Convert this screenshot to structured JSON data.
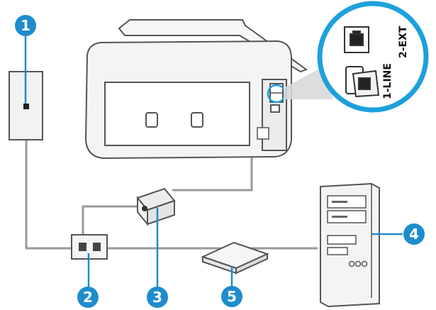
{
  "callouts": {
    "c1": "1",
    "c2": "2",
    "c3": "3",
    "c4": "4",
    "c5": "5"
  },
  "ports": {
    "line": "1-LINE",
    "ext": "2-EXT"
  },
  "colors": {
    "callout": "#1f8ccd",
    "zoom_ring": "#1ea0dc",
    "wire": "#9a9a9a",
    "outline": "#555555",
    "fill": "#f2f2f2"
  }
}
